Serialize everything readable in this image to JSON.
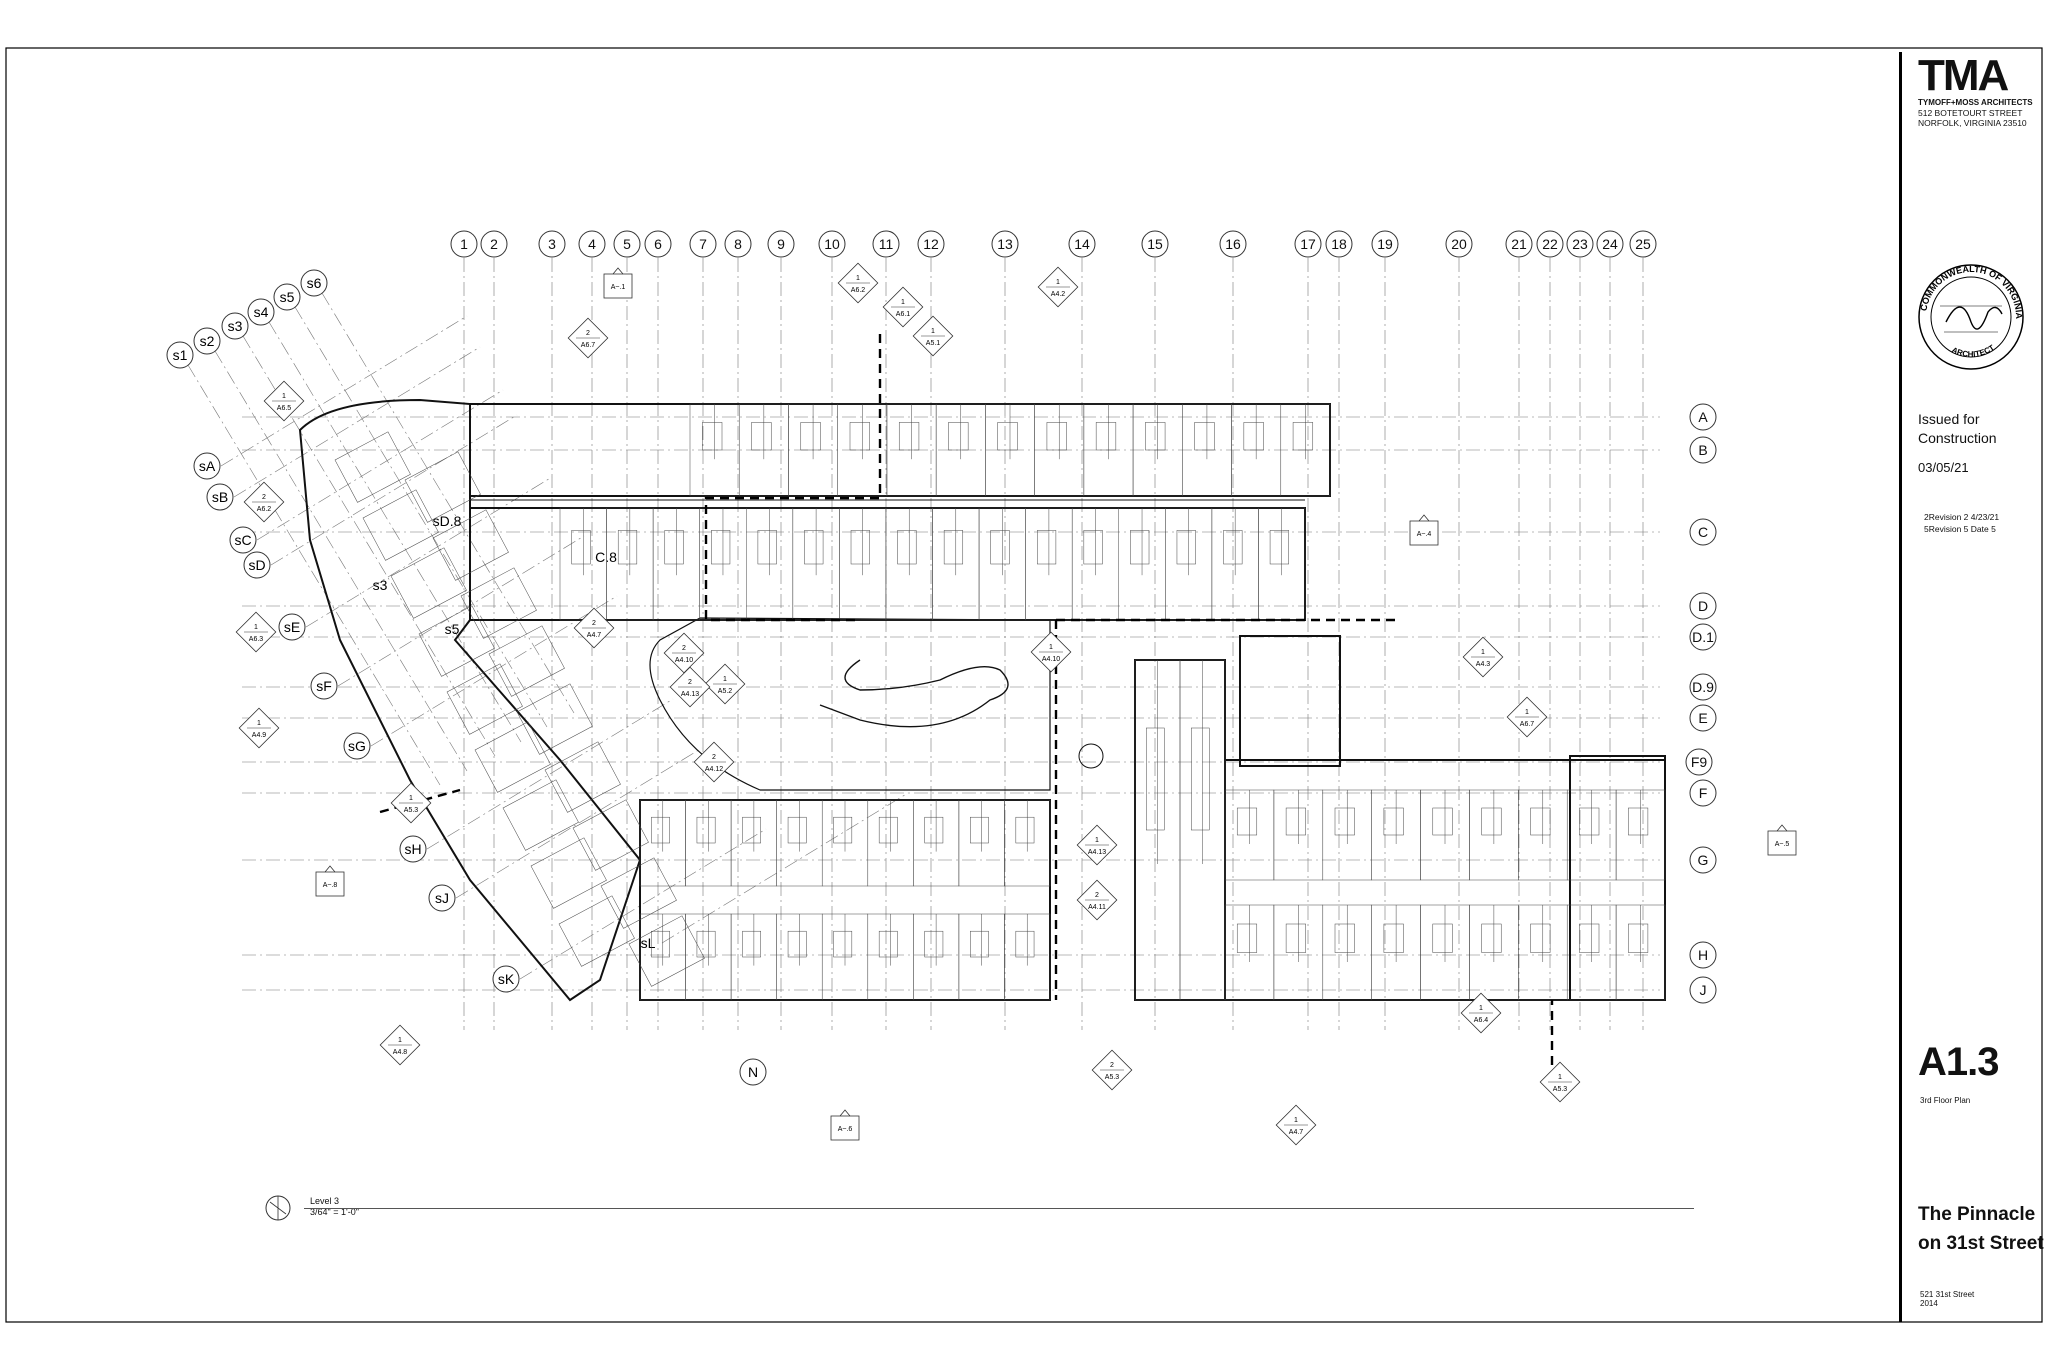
{
  "titleblock": {
    "logo": "TMA",
    "firm": "TYMOFF+MOSS ARCHITECTS",
    "address_line1": "512 BOTETOURT STREET",
    "address_line2": "NORFOLK, VIRGINIA 23510",
    "seal_text": "COMMONWEALTH OF VIRGINIA",
    "seal_bottom": "ARCHITECT",
    "status": "Issued for Construction",
    "date": "03/05/21",
    "revisions": [
      "2Revision 2  4/23/21",
      "5Revision 5  Date 5"
    ],
    "sheet_number": "A1.3",
    "sheet_title": "3rd Floor Plan",
    "project_name": "The Pinnacle on 31st Street",
    "project_address": "521 31st Street",
    "project_number": "2014"
  },
  "drawing": {
    "view_name": "Level 3",
    "scale": "3/64\" = 1'-0\"",
    "grid_columns": [
      "1",
      "2",
      "3",
      "4",
      "5",
      "6",
      "7",
      "8",
      "9",
      "10",
      "11",
      "12",
      "13",
      "14",
      "15",
      "16",
      "17",
      "18",
      "19",
      "20",
      "21",
      "22",
      "23",
      "24",
      "25"
    ],
    "grid_rows": [
      "A",
      "B",
      "C",
      "D",
      "D.1",
      "D.9",
      "E",
      "F9",
      "F",
      "G",
      "H",
      "J"
    ],
    "skew_grids": [
      "s1",
      "s2",
      "s3",
      "s4",
      "s5",
      "s6"
    ],
    "skew_rows": [
      "sA",
      "sB",
      "sC",
      "sD",
      "sE",
      "sF",
      "sG",
      "sH",
      "sJ",
      "sK",
      "sL",
      "sD.8",
      "C.8",
      "N"
    ],
    "interior_grid_labels": [
      "s3",
      "s5"
    ],
    "section_refs": [
      "A5.2",
      "A5.1",
      "A5.3",
      "A6.1",
      "A6.2",
      "A6.5",
      "A6.7",
      "A6.3",
      "A6.4",
      "A4.2",
      "A4.3",
      "A4.10",
      "A4.12",
      "A4.13",
      "A4.11",
      "A4.8",
      "A4.9",
      "A4.7"
    ],
    "elevation_refs": [
      "A~.1",
      "A~.4",
      "A~.5",
      "A~.6",
      "A~.8"
    ],
    "detail_numbers": [
      "1",
      "2"
    ]
  }
}
